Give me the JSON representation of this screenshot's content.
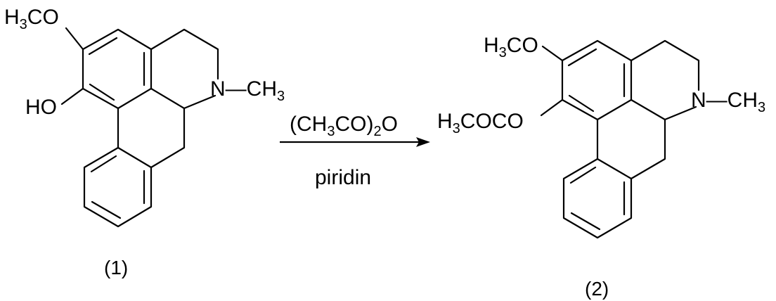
{
  "colors": {
    "ink": "#000000",
    "background": "#ffffff"
  },
  "reactant": {
    "label": "(1)",
    "substituent_top": {
      "main": "H",
      "sub": "3",
      "rest": "CO"
    },
    "substituent_hydroxy": "HO",
    "amine_n": "N",
    "amine_methyl": {
      "bond": "—",
      "main": "CH",
      "sub": "3"
    }
  },
  "reaction": {
    "reagent": {
      "open": "(CH",
      "sub1": "3",
      "mid": "CO)",
      "sub2": "2",
      "end": "O"
    },
    "solvent": "piridin"
  },
  "product": {
    "label": "(2)",
    "substituent_top": {
      "main": "H",
      "sub": "3",
      "rest": "CO"
    },
    "substituent_acetoxy": {
      "main": "H",
      "sub": "3",
      "rest": "COCO"
    },
    "amine_n": "N",
    "amine_methyl": {
      "bond": "—",
      "main": "CH",
      "sub": "3"
    }
  }
}
